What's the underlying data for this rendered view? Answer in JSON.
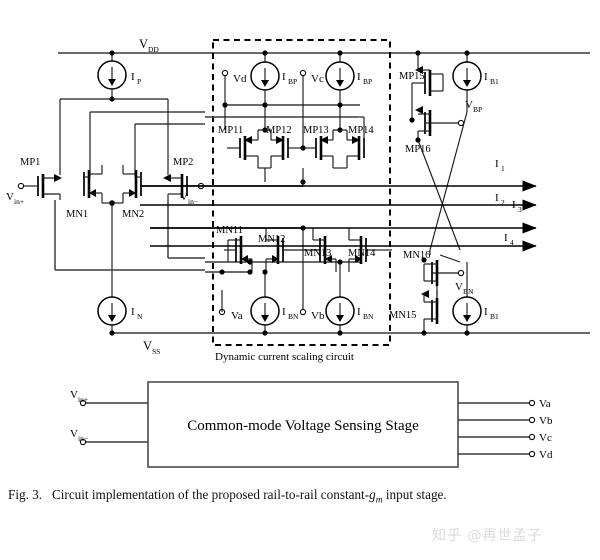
{
  "figure": {
    "caption_prefix": "Fig. 3.",
    "caption_text_1": "Circuit implementation of the proposed rail-to-rail constant-",
    "caption_italic": "g",
    "caption_italic_sub": "m",
    "caption_text_2": " input stage.",
    "watermark": "知乎 @再世孟子"
  },
  "rails": {
    "vdd": "V",
    "vdd_sub": "DD",
    "vss": "V",
    "vss_sub": "SS"
  },
  "sources": {
    "ip": "I",
    "ip_sub": "P",
    "in": "I",
    "in_sub": "N",
    "ibp_1": "I",
    "ibp_1_sub": "BP",
    "ibp_2": "I",
    "ibp_2_sub": "BP",
    "ibn_1": "I",
    "ibn_1_sub": "BN",
    "ibn_2": "I",
    "ibn_2_sub": "BN",
    "ib1_top": "I",
    "ib1_top_sub": "B1",
    "ib1_bot": "I",
    "ib1_bot_sub": "B1"
  },
  "transistors": {
    "mp1": "MP1",
    "mp2": "MP2",
    "mn1": "MN1",
    "mn2": "MN2",
    "mp11": "MP11",
    "mp12": "MP12",
    "mp13": "MP13",
    "mp14": "MP14",
    "mp15": "MP15",
    "mp16": "MP16",
    "mn11": "MN11",
    "mn12": "MN12",
    "mn13": "MN13",
    "mn14": "MN14",
    "mn15": "MN15",
    "mn16": "MN16"
  },
  "terminals": {
    "vin_p": "V",
    "vin_p_sub": "in+",
    "vin_n": "V",
    "vin_n_sub": "in−",
    "va": "Va",
    "vb": "Vb",
    "vc": "Vc",
    "vd": "Vd",
    "vbp": "V",
    "vbp_sub": "BP",
    "vbn": "V",
    "vbn_sub": "BN"
  },
  "currents": {
    "i1": "I",
    "i1_sub": "1",
    "i2": "I",
    "i2_sub": "2",
    "i3": "I",
    "i3_sub": "3",
    "i4": "I",
    "i4_sub": "4"
  },
  "blocks": {
    "dynamic_label": "Dynamic current scaling circuit",
    "sensing_stage": "Common-mode Voltage Sensing  Stage"
  },
  "sensing_block": {
    "inputs": [
      "V",
      "V"
    ],
    "input_subs": [
      "in+",
      "in−"
    ],
    "outputs": [
      "Va",
      "Vb",
      "Vc",
      "Vd"
    ]
  }
}
